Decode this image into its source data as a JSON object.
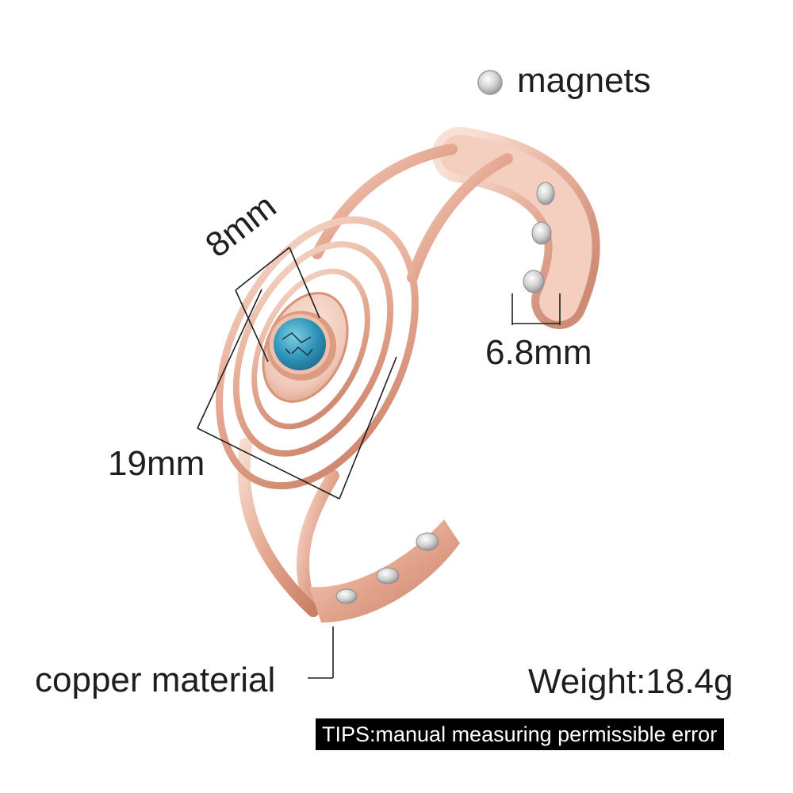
{
  "legend": {
    "icon": "magnet-dot-icon",
    "label": "magnets"
  },
  "dimensions": {
    "stone_diameter": "8mm",
    "band_width": "6.8mm",
    "ornament_width": "19mm"
  },
  "material_label": "copper material",
  "weight_label": "Weight:18.4g",
  "tips_label": "TIPS:manual measuring permissible error",
  "colors": {
    "copper": "#e4a68f",
    "copper_highlight": "#f6d9cb",
    "turquoise": "#3aa0c2",
    "magnet": "#c9c9c9",
    "tips_background": "#000000"
  }
}
